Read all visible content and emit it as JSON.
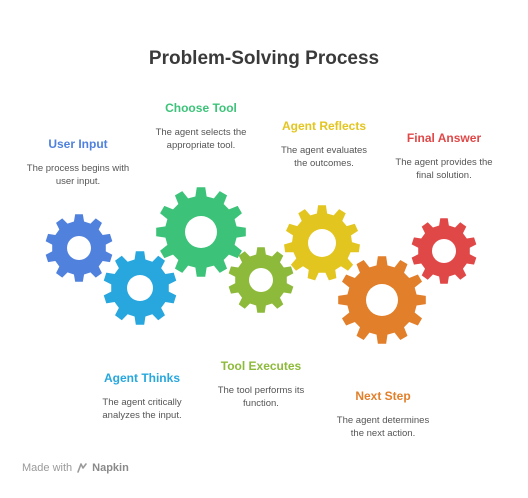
{
  "title": "Problem-Solving Process",
  "steps": [
    {
      "title": "User Input",
      "desc": "The process begins with user input.",
      "color": "#4f81dd",
      "gear": "gear-user-input-icon"
    },
    {
      "title": "Agent Thinks",
      "desc": "The agent critically analyzes the input.",
      "color": "#27a7dd",
      "gear": "gear-agent-thinks-icon"
    },
    {
      "title": "Choose Tool",
      "desc": "The agent selects the appropriate tool.",
      "color": "#3dc379",
      "gear": "gear-choose-tool-icon"
    },
    {
      "title": "Tool Executes",
      "desc": "The tool performs its function.",
      "color": "#8dba3a",
      "gear": "gear-tool-executes-icon"
    },
    {
      "title": "Agent Reflects",
      "desc": "The agent evaluates the outcomes.",
      "color": "#e3c51f",
      "gear": "gear-agent-reflects-icon"
    },
    {
      "title": "Next Step",
      "desc": "The agent determines the next action.",
      "color": "#e27f2a",
      "gear": "gear-next-step-icon"
    },
    {
      "title": "Final Answer",
      "desc": "The agent provides the final solution.",
      "color": "#e04848",
      "gear": "gear-final-answer-icon"
    }
  ],
  "footer": {
    "made_with": "Made with",
    "brand": "Napkin"
  }
}
